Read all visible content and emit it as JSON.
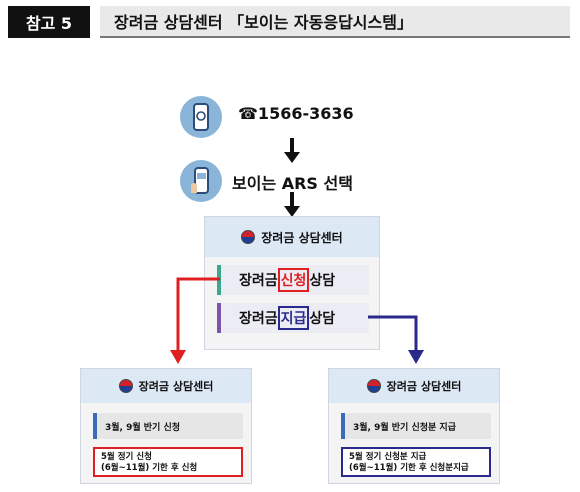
{
  "header": {
    "badge": "참고 5",
    "title": "장려금 상담센터 「보이는 자동응답시스템」"
  },
  "steps": {
    "phone_number": "☎1566-3636",
    "ars_select": "보이는 ARS 선택"
  },
  "center": {
    "title": "장려금 상담센터",
    "apply_prefix": "장려금",
    "apply_highlight": "신청",
    "apply_suffix": "상담",
    "pay_prefix": "장려금",
    "pay_highlight": "지급",
    "pay_suffix": "상담"
  },
  "left_box": {
    "title": "장려금 상담센터",
    "row1": "3월, 9월 반기 신청",
    "row2_line1": "5월 정기 신청",
    "row2_line2": "(6월~11월) 기한 후 신청"
  },
  "right_box": {
    "title": "장려금 상담센터",
    "row1": "3월, 9월 반기 신청분 지급",
    "row2_line1": "5월 정기 신청분 지급",
    "row2_line2": "(6월~11월) 기한 후 신청분지급"
  },
  "colors": {
    "apply_red": "#e02020",
    "pay_navy": "#2a2a8c"
  }
}
